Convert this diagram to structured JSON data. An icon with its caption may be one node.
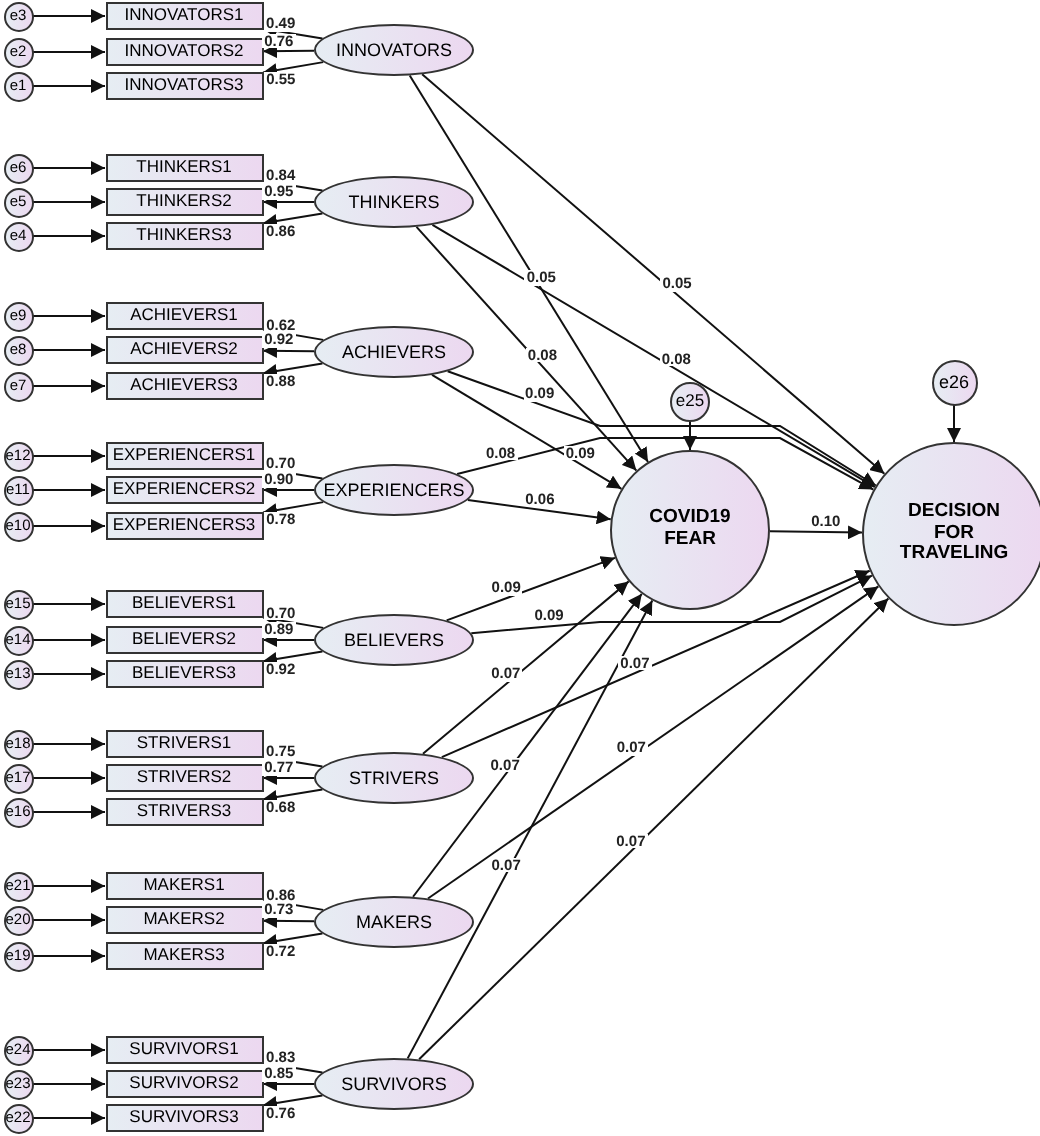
{
  "diagram": {
    "nodes": [
      {
        "text": [
          "e3"
        ]
      },
      {
        "text": [
          "e2"
        ]
      },
      {
        "text": [
          "e1"
        ]
      },
      {
        "text": [
          "INNOVATORS1"
        ]
      },
      {
        "text": [
          "INNOVATORS2"
        ]
      },
      {
        "text": [
          "INNOVATORS3"
        ]
      },
      {
        "text": [
          "INNOVATORS"
        ]
      },
      {
        "text": [
          "e6"
        ]
      },
      {
        "text": [
          "e5"
        ]
      },
      {
        "text": [
          "e4"
        ]
      },
      {
        "text": [
          "THINKERS1"
        ]
      },
      {
        "text": [
          "THINKERS2"
        ]
      },
      {
        "text": [
          "THINKERS3"
        ]
      },
      {
        "text": [
          "THINKERS"
        ]
      },
      {
        "text": [
          "e9"
        ]
      },
      {
        "text": [
          "e8"
        ]
      },
      {
        "text": [
          "e7"
        ]
      },
      {
        "text": [
          "ACHIEVERS1"
        ]
      },
      {
        "text": [
          "ACHIEVERS2"
        ]
      },
      {
        "text": [
          "ACHIEVERS3"
        ]
      },
      {
        "text": [
          "ACHIEVERS"
        ]
      },
      {
        "text": [
          "e12"
        ]
      },
      {
        "text": [
          "e11"
        ]
      },
      {
        "text": [
          "e10"
        ]
      },
      {
        "text": [
          "EXPERIENCERS1"
        ]
      },
      {
        "text": [
          "EXPERIENCERS2"
        ]
      },
      {
        "text": [
          "EXPERIENCERS3"
        ]
      },
      {
        "text": [
          "EXPERIENCERS"
        ]
      },
      {
        "text": [
          "e15"
        ]
      },
      {
        "text": [
          "e14"
        ]
      },
      {
        "text": [
          "e13"
        ]
      },
      {
        "text": [
          "BELIEVERS1"
        ]
      },
      {
        "text": [
          "BELIEVERS2"
        ]
      },
      {
        "text": [
          "BELIEVERS3"
        ]
      },
      {
        "text": [
          "BELIEVERS"
        ]
      },
      {
        "text": [
          "e18"
        ]
      },
      {
        "text": [
          "e17"
        ]
      },
      {
        "text": [
          "e16"
        ]
      },
      {
        "text": [
          "STRIVERS1"
        ]
      },
      {
        "text": [
          "STRIVERS2"
        ]
      },
      {
        "text": [
          "STRIVERS3"
        ]
      },
      {
        "text": [
          "STRIVERS"
        ]
      },
      {
        "text": [
          "e21"
        ]
      },
      {
        "text": [
          "e20"
        ]
      },
      {
        "text": [
          "e19"
        ]
      },
      {
        "text": [
          "MAKERS1"
        ]
      },
      {
        "text": [
          "MAKERS2"
        ]
      },
      {
        "text": [
          "MAKERS3"
        ]
      },
      {
        "text": [
          "MAKERS"
        ]
      },
      {
        "text": [
          "e24"
        ]
      },
      {
        "text": [
          "e23"
        ]
      },
      {
        "text": [
          "e22"
        ]
      },
      {
        "text": [
          "SURVIVORS1"
        ]
      },
      {
        "text": [
          "SURVIVORS2"
        ]
      },
      {
        "text": [
          "SURVIVORS3"
        ]
      },
      {
        "text": [
          "SURVIVORS"
        ]
      },
      {
        "text": [
          "e25"
        ]
      },
      {
        "text": [
          "e26"
        ]
      },
      {
        "text": [
          "COVID19 FEAR"
        ]
      },
      {
        "text": [
          "DECISION FOR TRAVELING"
        ]
      }
    ],
    "edges": [
      {
        "from": 0,
        "to": 3,
        "arrow": "to"
      },
      {
        "from": 1,
        "to": 4,
        "arrow": "to"
      },
      {
        "from": 2,
        "to": 5,
        "arrow": "to"
      },
      {
        "from": 6,
        "to": 3,
        "arrow": "to",
        "label": "0.49"
      },
      {
        "from": 6,
        "to": 4,
        "arrow": "to",
        "label": "0.76"
      },
      {
        "from": 6,
        "to": 5,
        "arrow": "to",
        "label": "0.55"
      },
      {
        "from": 6,
        "to": 58,
        "arrow": "to",
        "label": "0.05"
      },
      {
        "from": 6,
        "to": 59,
        "arrow": "to",
        "label": "0.05"
      },
      {
        "from": 7,
        "to": 10,
        "arrow": "to"
      },
      {
        "from": 8,
        "to": 11,
        "arrow": "to"
      },
      {
        "from": 9,
        "to": 12,
        "arrow": "to"
      },
      {
        "from": 13,
        "to": 10,
        "arrow": "to",
        "label": "0.84"
      },
      {
        "from": 13,
        "to": 11,
        "arrow": "to",
        "label": "0.95"
      },
      {
        "from": 13,
        "to": 12,
        "arrow": "to",
        "label": "0.86"
      },
      {
        "from": 13,
        "to": 58,
        "arrow": "to",
        "label": "0.08"
      },
      {
        "from": 13,
        "to": 59,
        "arrow": "to",
        "label": "0.08"
      },
      {
        "from": 14,
        "to": 17,
        "arrow": "to"
      },
      {
        "from": 15,
        "to": 18,
        "arrow": "to"
      },
      {
        "from": 16,
        "to": 19,
        "arrow": "to"
      },
      {
        "from": 20,
        "to": 17,
        "arrow": "to",
        "label": "0.62"
      },
      {
        "from": 20,
        "to": 18,
        "arrow": "to",
        "label": "0.92"
      },
      {
        "from": 20,
        "to": 19,
        "arrow": "to",
        "label": "0.88"
      },
      {
        "from": 20,
        "to": 58,
        "arrow": "to",
        "label": "0.09"
      },
      {
        "from": 20,
        "to": 59,
        "arrow": "to",
        "label": "0.09"
      },
      {
        "from": 21,
        "to": 24,
        "arrow": "to"
      },
      {
        "from": 22,
        "to": 25,
        "arrow": "to"
      },
      {
        "from": 23,
        "to": 26,
        "arrow": "to"
      },
      {
        "from": 27,
        "to": 24,
        "arrow": "to",
        "label": "0.70"
      },
      {
        "from": 27,
        "to": 25,
        "arrow": "to",
        "label": "0.90"
      },
      {
        "from": 27,
        "to": 26,
        "arrow": "to",
        "label": "0.78"
      },
      {
        "from": 27,
        "to": 58,
        "arrow": "to",
        "label": "0.06"
      },
      {
        "from": 27,
        "to": 59,
        "arrow": "to",
        "label": "0.08"
      },
      {
        "from": 28,
        "to": 31,
        "arrow": "to"
      },
      {
        "from": 29,
        "to": 32,
        "arrow": "to"
      },
      {
        "from": 30,
        "to": 33,
        "arrow": "to"
      },
      {
        "from": 34,
        "to": 31,
        "arrow": "to",
        "label": "0.70"
      },
      {
        "from": 34,
        "to": 32,
        "arrow": "to",
        "label": "0.89"
      },
      {
        "from": 34,
        "to": 33,
        "arrow": "to",
        "label": "0.92"
      },
      {
        "from": 34,
        "to": 58,
        "arrow": "to",
        "label": "0.09"
      },
      {
        "from": 34,
        "to": 59,
        "arrow": "to",
        "label": "0.09"
      },
      {
        "from": 35,
        "to": 38,
        "arrow": "to"
      },
      {
        "from": 36,
        "to": 39,
        "arrow": "to"
      },
      {
        "from": 37,
        "to": 40,
        "arrow": "to"
      },
      {
        "from": 41,
        "to": 38,
        "arrow": "to",
        "label": "0.75"
      },
      {
        "from": 41,
        "to": 39,
        "arrow": "to",
        "label": "0.77"
      },
      {
        "from": 41,
        "to": 40,
        "arrow": "to",
        "label": "0.68"
      },
      {
        "from": 41,
        "to": 58,
        "arrow": "to",
        "label": "0.07"
      },
      {
        "from": 41,
        "to": 59,
        "arrow": "to",
        "label": "0.07"
      },
      {
        "from": 42,
        "to": 45,
        "arrow": "to"
      },
      {
        "from": 43,
        "to": 46,
        "arrow": "to"
      },
      {
        "from": 44,
        "to": 47,
        "arrow": "to"
      },
      {
        "from": 48,
        "to": 45,
        "arrow": "to",
        "label": "0.86"
      },
      {
        "from": 48,
        "to": 46,
        "arrow": "to",
        "label": "0.73"
      },
      {
        "from": 48,
        "to": 47,
        "arrow": "to",
        "label": "0.72"
      },
      {
        "from": 48,
        "to": 58,
        "arrow": "to",
        "label": "0.07"
      },
      {
        "from": 48,
        "to": 59,
        "arrow": "to",
        "label": "0.07"
      },
      {
        "from": 49,
        "to": 52,
        "arrow": "to"
      },
      {
        "from": 50,
        "to": 53,
        "arrow": "to"
      },
      {
        "from": 51,
        "to": 54,
        "arrow": "to"
      },
      {
        "from": 55,
        "to": 52,
        "arrow": "to",
        "label": "0.83"
      },
      {
        "from": 55,
        "to": 53,
        "arrow": "to",
        "label": "0.85"
      },
      {
        "from": 55,
        "to": 54,
        "arrow": "to",
        "label": "0.76"
      },
      {
        "from": 55,
        "to": 58,
        "arrow": "to",
        "label": "0.07"
      },
      {
        "from": 55,
        "to": 59,
        "arrow": "to",
        "label": "0.07"
      },
      {
        "from": 56,
        "to": 58,
        "arrow": "to"
      },
      {
        "from": 57,
        "to": 59,
        "arrow": "to"
      },
      {
        "from": 58,
        "to": 59,
        "arrow": "to",
        "label": "0.10"
      }
    ]
  }
}
